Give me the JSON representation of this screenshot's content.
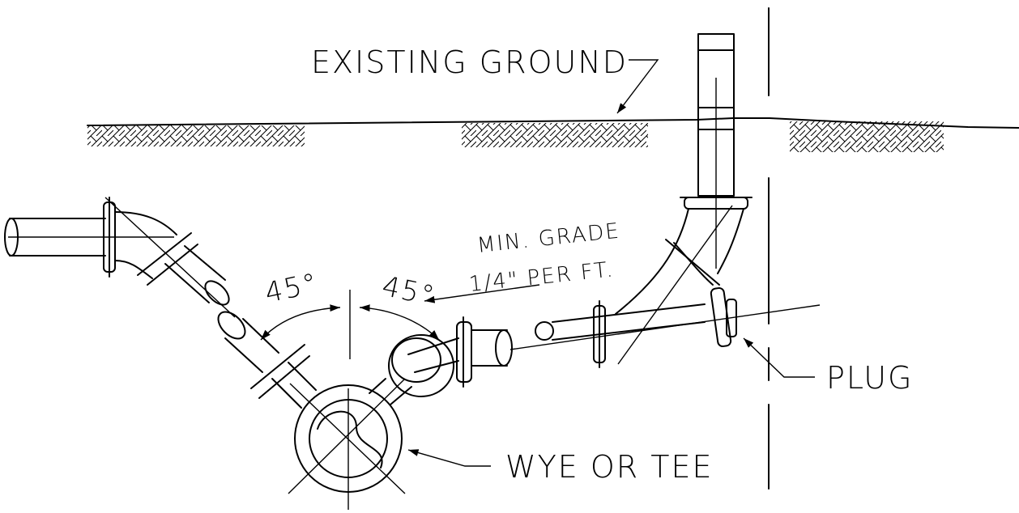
{
  "labels": {
    "existing_ground": "EXISTING GROUND",
    "min_grade_line1": "MIN. GRADE",
    "min_grade_line2": "1/4\" PER FT.",
    "plug": "PLUG",
    "wye_or_tee": "WYE OR TEE",
    "angle_left": "45°",
    "angle_right": "45°"
  }
}
